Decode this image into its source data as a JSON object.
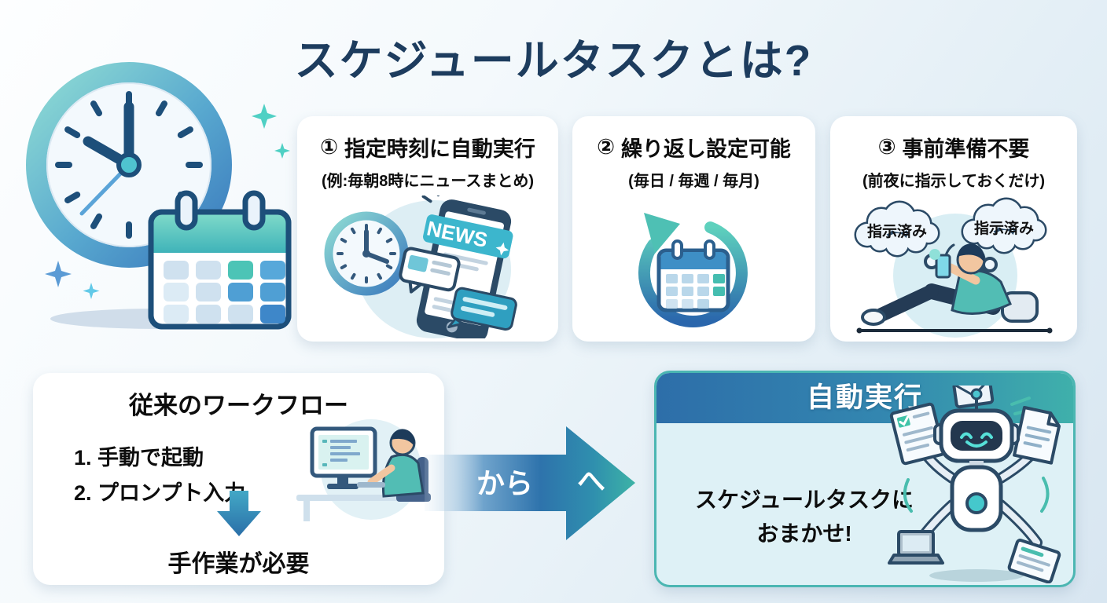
{
  "title": "スケジュールタスクとは?",
  "features": [
    {
      "num": "①",
      "heading": "指定時刻に自動実行",
      "sub": "(例:毎朝8時にニュースまとめ)",
      "icon": "clock-news-phone-illustration",
      "news_label": "NEWS"
    },
    {
      "num": "②",
      "heading": "繰り返し設定可能",
      "sub": "(毎日 / 毎週 / 毎月)",
      "icon": "repeat-calendar-illustration"
    },
    {
      "num": "③",
      "heading": "事前準備不要",
      "sub": "(前夜に指示しておくだけ)",
      "icon": "relaxed-person-illustration",
      "bubble_left": "指示済み",
      "bubble_right": "指示済み"
    }
  ],
  "before": {
    "title": "従来のワークフロー",
    "step1": "1. 手動で起動",
    "step2": "2. プロンプト入力",
    "result": "手作業が必要"
  },
  "transition": {
    "from_label": "から",
    "to_label": "へ"
  },
  "after": {
    "header": "自動実行",
    "message_line1": "スケジュールタスクに",
    "message_line2": "おまかせ!"
  },
  "colors": {
    "title_navy": "#1d3c5e",
    "accent_teal": "#3fb0ab",
    "accent_blue": "#2e73ac",
    "card_bg": "#ffffff",
    "after_body_bg": "#def1f6",
    "after_border": "#4bb6b2"
  }
}
